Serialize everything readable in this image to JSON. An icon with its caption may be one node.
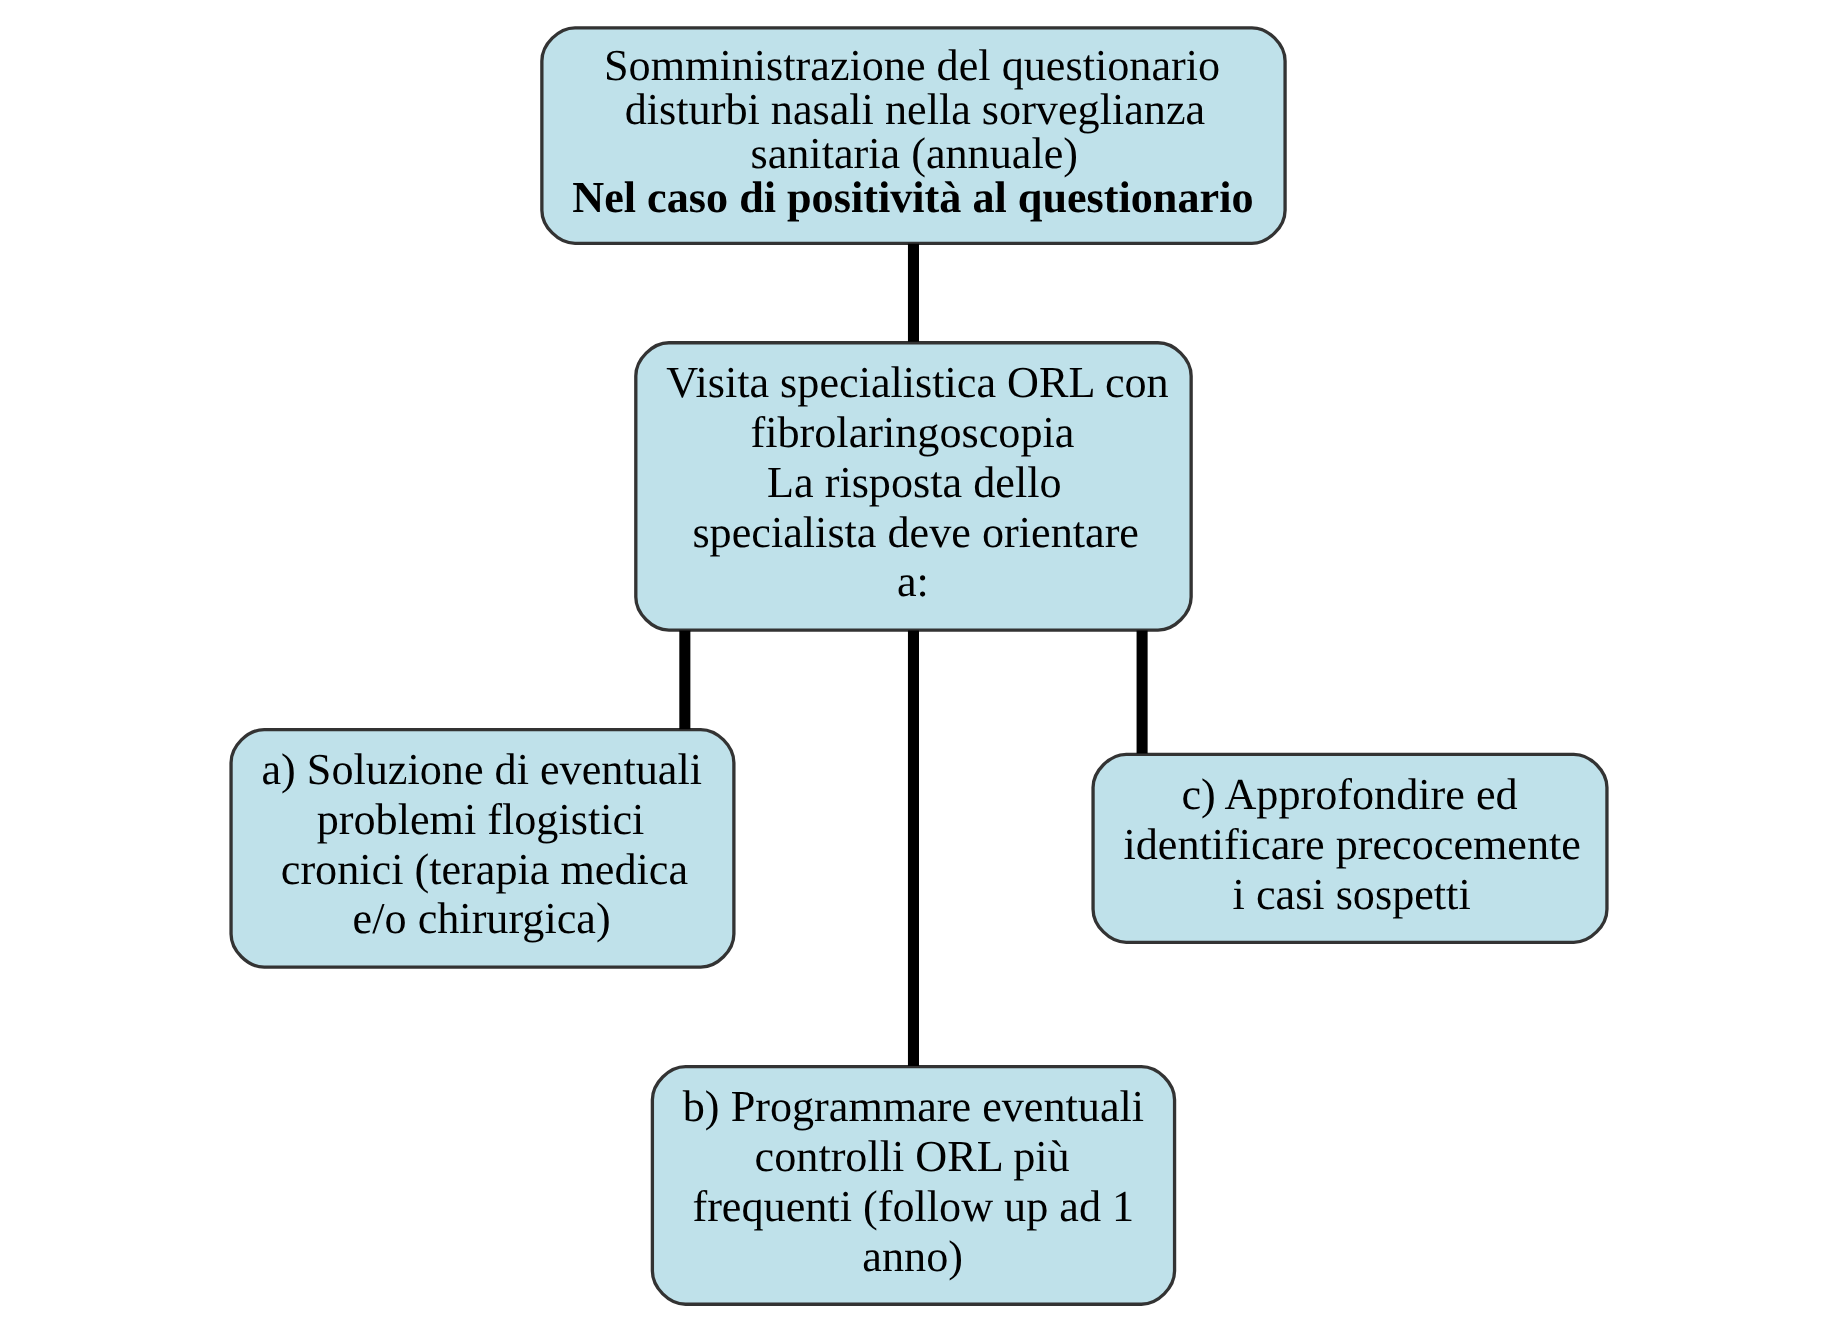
{
  "diagram": {
    "nodes": [
      {
        "text": [
          "Somministrazione del questionario disturbi nasali nella sorveglianza sanitaria (annuale)",
          "Nel caso di positività al questionario"
        ]
      },
      {
        "text": [
          "Visita specialistica ORL con fibrolaringoscopia",
          "La risposta dello specialista deve orientare a:"
        ]
      },
      {
        "text": [
          "a) Soluzione di eventuali problemi flogistici cronici (terapia medica e/o chirurgica)"
        ]
      },
      {
        "text": [
          "b) Programmare eventuali controlli ORL più frequenti (follow up ad 1 anno)"
        ]
      },
      {
        "text": [
          "c) Approfondire ed identificare precocemente i casi sospetti"
        ]
      }
    ],
    "edges": [
      {
        "from": 0,
        "to": 1,
        "arrow": "none"
      },
      {
        "from": 1,
        "to": 2,
        "arrow": "none"
      },
      {
        "from": 1,
        "to": 3,
        "arrow": "none"
      },
      {
        "from": 1,
        "to": 4,
        "arrow": "none"
      }
    ]
  }
}
